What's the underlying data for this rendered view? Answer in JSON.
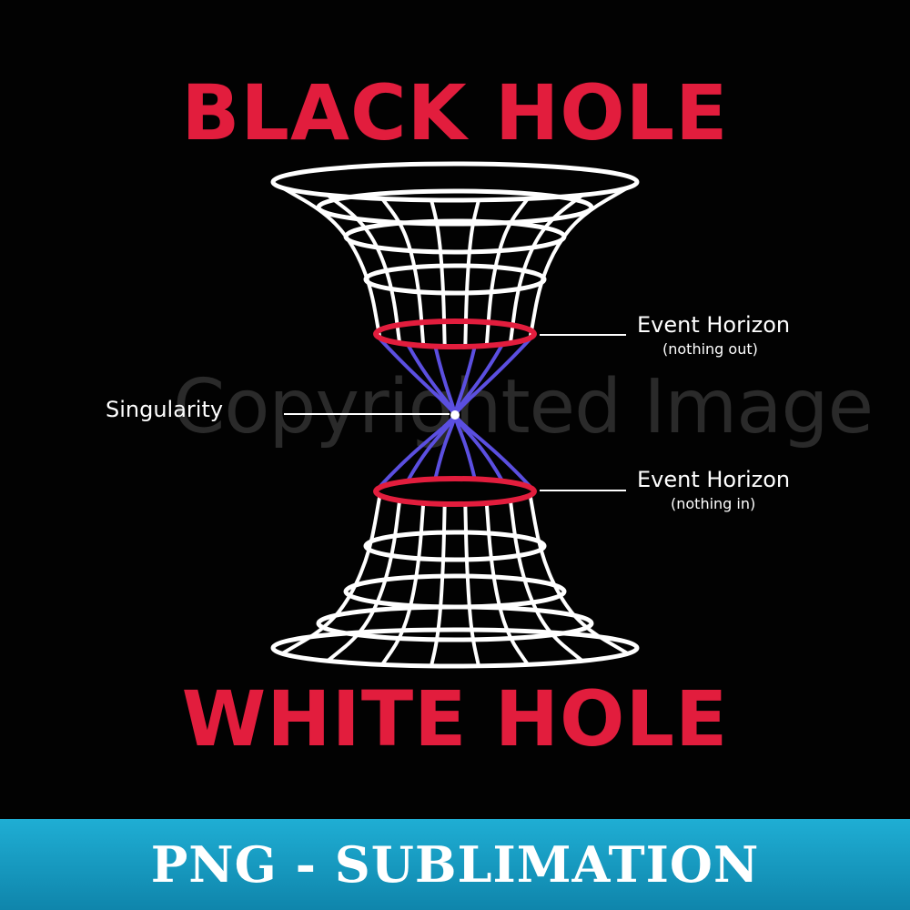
{
  "title_top": "BLACK HOLE",
  "title_bottom": "WHITE HOLE",
  "labels": {
    "singularity": "Singularity",
    "event_horizon_top": "Event Horizon",
    "event_horizon_top_sub": "(nothing out)",
    "event_horizon_bottom": "Event Horizon",
    "event_horizon_bottom_sub": "(nothing in)"
  },
  "watermark": "Copyrighted Image",
  "banner": "PNG - SUBLIMATION",
  "colors": {
    "background": "#020202",
    "headline_red": "#e21d3d",
    "wireframe_white": "#ffffff",
    "throat_blue": "#5b4fe0",
    "horizon_red": "#e21d3d",
    "banner_blue": "#1599c2"
  }
}
